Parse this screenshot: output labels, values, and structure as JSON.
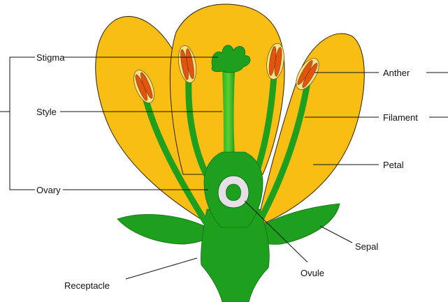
{
  "colors": {
    "petal": "#f8be14",
    "petal_outline": "#2a1f00",
    "green": "#1ea01e",
    "green_light": "#6fd23c",
    "anther": "#e0560e",
    "anther_outline": "#f3e48a",
    "ovary_cavity": "#e5dfe7",
    "ovule": "#f2f0f3",
    "line": "#111111",
    "text": "#111111"
  },
  "labels": {
    "stigma": "Stigma",
    "style": "Style",
    "ovary": "Ovary",
    "receptacle": "Receptacle",
    "anther": "Anther",
    "filament": "Filament",
    "petal": "Petal",
    "sepal": "Sepal",
    "ovule": "Ovule"
  }
}
